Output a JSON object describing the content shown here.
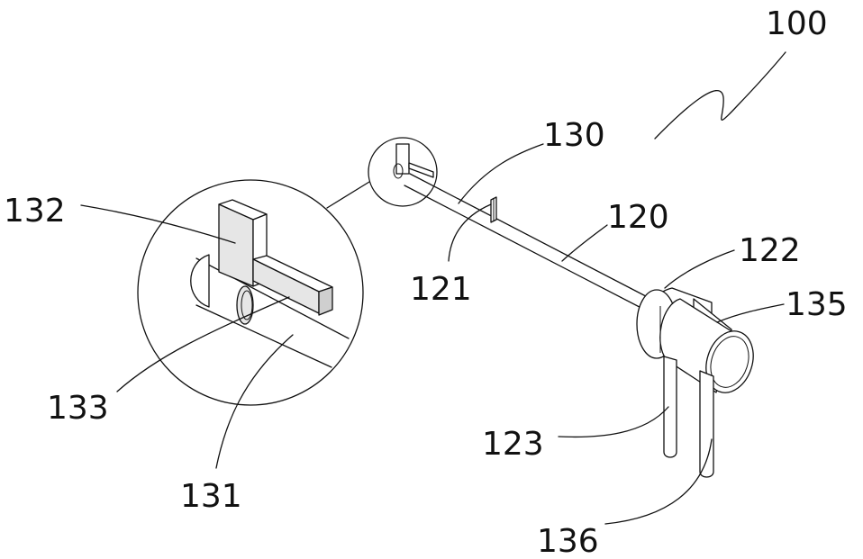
{
  "labels": {
    "l100": "100",
    "l130": "130",
    "l120": "120",
    "l122": "122",
    "l135": "135",
    "l132": "132",
    "l121": "121",
    "l133": "133",
    "l123": "123",
    "l131": "131",
    "l136": "136"
  }
}
